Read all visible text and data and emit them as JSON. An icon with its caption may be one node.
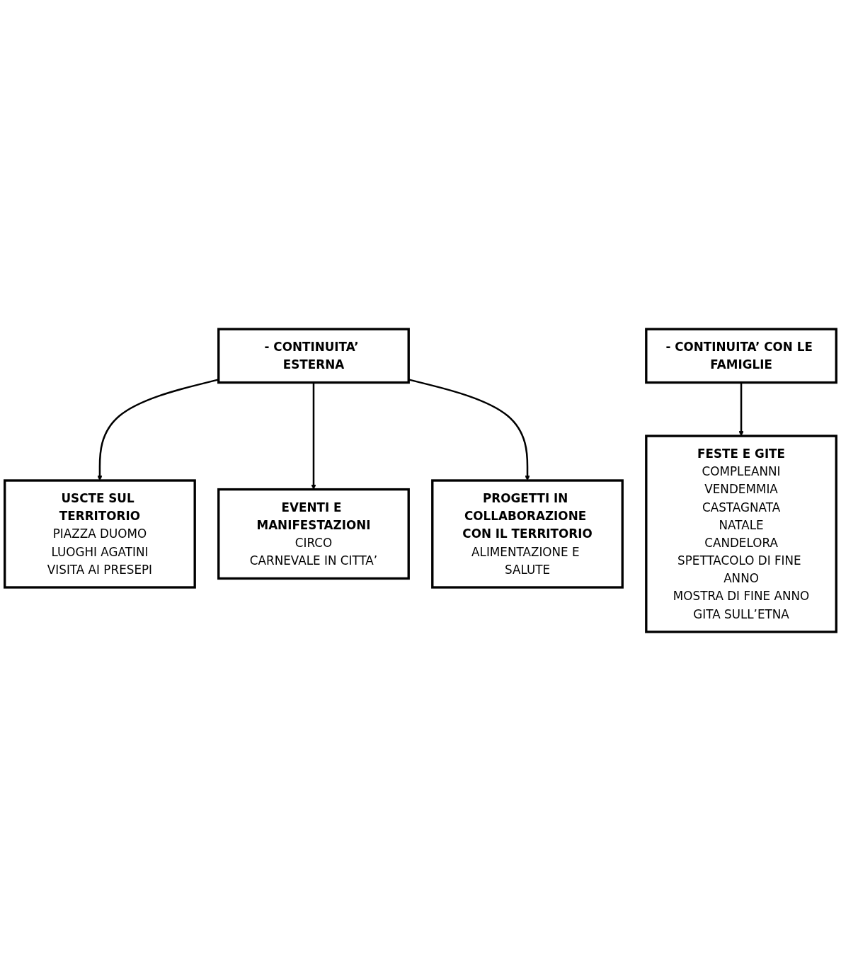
{
  "diagram": {
    "nodes": [
      {
        "text": [
          "- CONTINUITA’ ESTERNA"
        ]
      },
      {
        "text": [
          "- CONTINUITA’ CON LE FAMIGLIE"
        ]
      },
      {
        "text": [
          "USCTE SUL TERRITORIO",
          "PIAZZA DUOMO",
          "LUOGHI AGATINI",
          "VISITA AI PRESEPI"
        ]
      },
      {
        "text": [
          "PROGETTI IN COLLABORAZIONE CON IL TERRITORIO",
          "ALIMENTAZIONE E SALUTE"
        ]
      },
      {
        "text": [
          "FESTE E GITE",
          "COMPLEANNI",
          "VENDEMMIA",
          "CASTAGNATA",
          "NATALE",
          "CANDELORA",
          "SPETTACOLO DI FINE ANNO",
          "MOSTRA DI FINE ANNO",
          "GITA SULL’ETNA"
        ]
      },
      {
        "text": [
          "EVENTI E MANIFESTAZIONI",
          "CIRCO",
          "CARNEVALE IN CITTA’"
        ]
      }
    ],
    "edges": [
      {
        "from": 0,
        "to": 2,
        "arrow": "to"
      },
      {
        "from": 0,
        "to": 5,
        "arrow": "to"
      },
      {
        "from": 0,
        "to": 3,
        "arrow": "to"
      },
      {
        "from": 1,
        "to": 4,
        "arrow": "to"
      }
    ]
  }
}
